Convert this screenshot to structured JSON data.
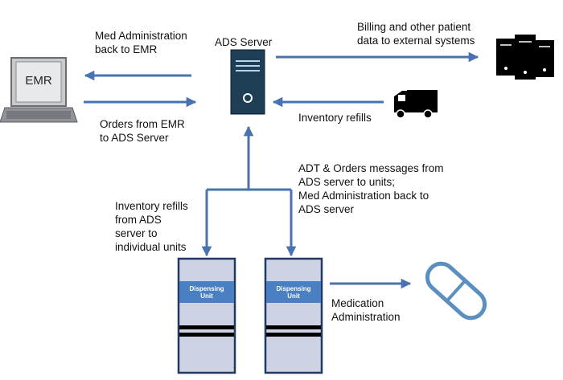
{
  "labels": {
    "ads_server": "ADS Server",
    "emr": "EMR",
    "med_admin_back": [
      "Med Administration",
      "back to EMR"
    ],
    "orders_from_emr": [
      "Orders from EMR",
      "to ADS Server"
    ],
    "billing": [
      "Billing and other patient",
      "data to external systems"
    ],
    "inventory_refills_truck": "Inventory refills",
    "adt_orders": [
      "ADT & Orders messages from",
      "ADS server to units;",
      "Med Administration back to",
      "ADS server"
    ],
    "inventory_refills_units": [
      "Inventory refills",
      "from ADS",
      "server to",
      "individual units"
    ],
    "medication_admin": [
      "Medication",
      "Administration"
    ],
    "dispensing_unit_1": [
      "Dispensing",
      "Unit"
    ],
    "dispensing_unit_2": [
      "Dispensing",
      "Unit"
    ]
  },
  "colors": {
    "arrow": "#4a72b0",
    "server_body": "#1d3e55",
    "unit_fill": "#cdd3e2",
    "unit_border": "#203864",
    "unit_label_bg": "#4a7fc1",
    "pill_stroke": "#5a8fc0"
  },
  "icons": [
    "server-icon",
    "computer-icon",
    "server-rack-icon",
    "truck-icon",
    "pill-icon"
  ]
}
